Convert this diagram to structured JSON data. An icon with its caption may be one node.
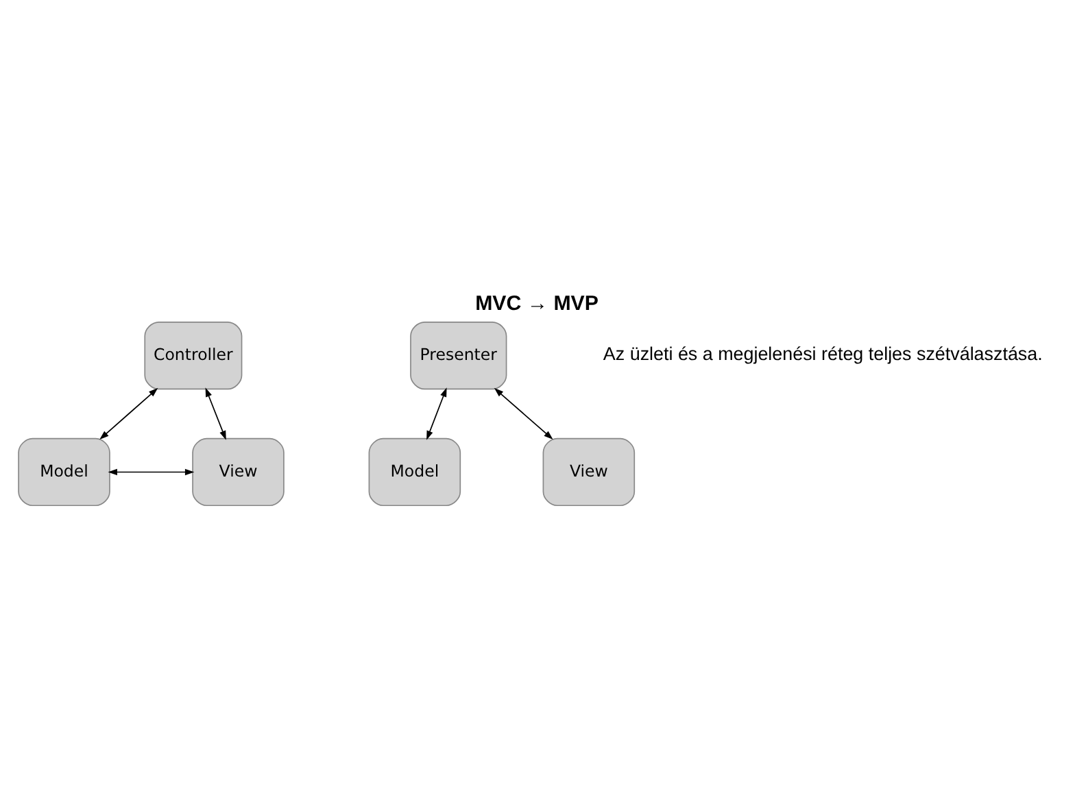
{
  "diagram": {
    "title": "MVC → MVP",
    "nodes": [
      {
        "text": [
          "Controller"
        ]
      },
      {
        "text": [
          "Model"
        ]
      },
      {
        "text": [
          "View"
        ]
      },
      {
        "text": [
          "Presenter"
        ]
      },
      {
        "text": [
          "Model"
        ]
      },
      {
        "text": [
          "View"
        ]
      }
    ],
    "edges": [
      {
        "from": 0,
        "to": 1,
        "arrow": "both"
      },
      {
        "from": 0,
        "to": 2,
        "arrow": "both"
      },
      {
        "from": 1,
        "to": 2,
        "arrow": "both"
      },
      {
        "from": 3,
        "to": 4,
        "arrow": "both"
      },
      {
        "from": 3,
        "to": 5,
        "arrow": "both"
      }
    ],
    "labels": [
      "Az üzleti és a megjelenési réteg teljes szétválasztása."
    ]
  }
}
